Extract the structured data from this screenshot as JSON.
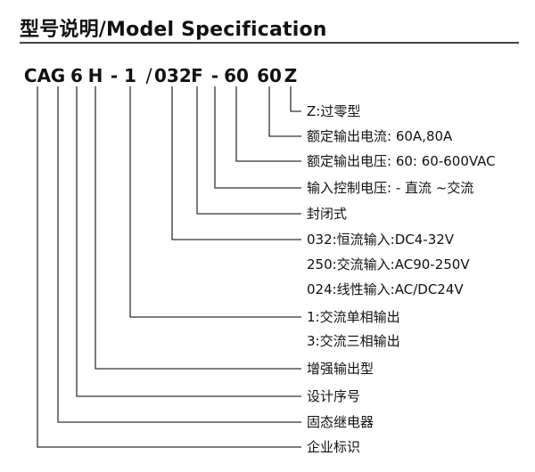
{
  "title": "型号说明/Model Specification",
  "code_segments": [
    "CA",
    "G",
    "6",
    "H",
    "-",
    "1",
    "/",
    "032",
    "F",
    "-",
    "60",
    "60",
    "Z"
  ],
  "descriptions": [
    "Z:过零型",
    "额定输出电流:  60A,80A",
    "额定输出电压: 60: 60-600VAC",
    "输入控制电压: - 直流  ~交流",
    "封闭式",
    "032:恒流输入:DC4-32V",
    "250:交流输入:AC90-250V",
    "024:线性输入:AC/DC24V",
    "1:交流单相输出",
    "3:交流三相输出",
    "增强输出型",
    "设计序号",
    "固态继电器",
    "企业标识"
  ],
  "colors": {
    "text": "#111111",
    "line": "#333333"
  }
}
